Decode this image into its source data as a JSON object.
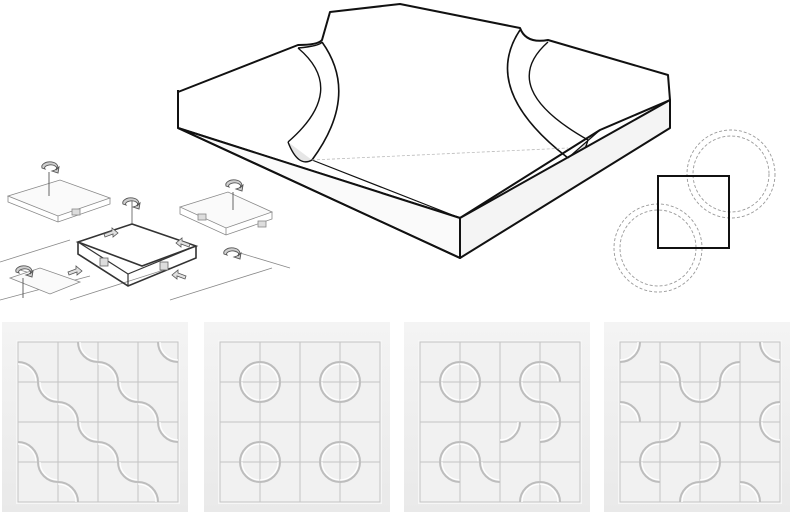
{
  "colors": {
    "line": "#111111",
    "hidden_line": "#9a9a9a",
    "tile_face": "#f1f1f1",
    "tile_groove": "#c4c4c4",
    "panel_bg": "#ececec"
  },
  "icons": [
    "rotate-arrow-icon",
    "push-arrow-icon"
  ],
  "tile_grids": [
    {
      "rows": 4,
      "cols": 4,
      "pattern": "waves"
    },
    {
      "rows": 4,
      "cols": 4,
      "pattern": "circles"
    },
    {
      "rows": 4,
      "cols": 4,
      "pattern": "mixed"
    },
    {
      "rows": 4,
      "cols": 4,
      "pattern": "random"
    }
  ]
}
